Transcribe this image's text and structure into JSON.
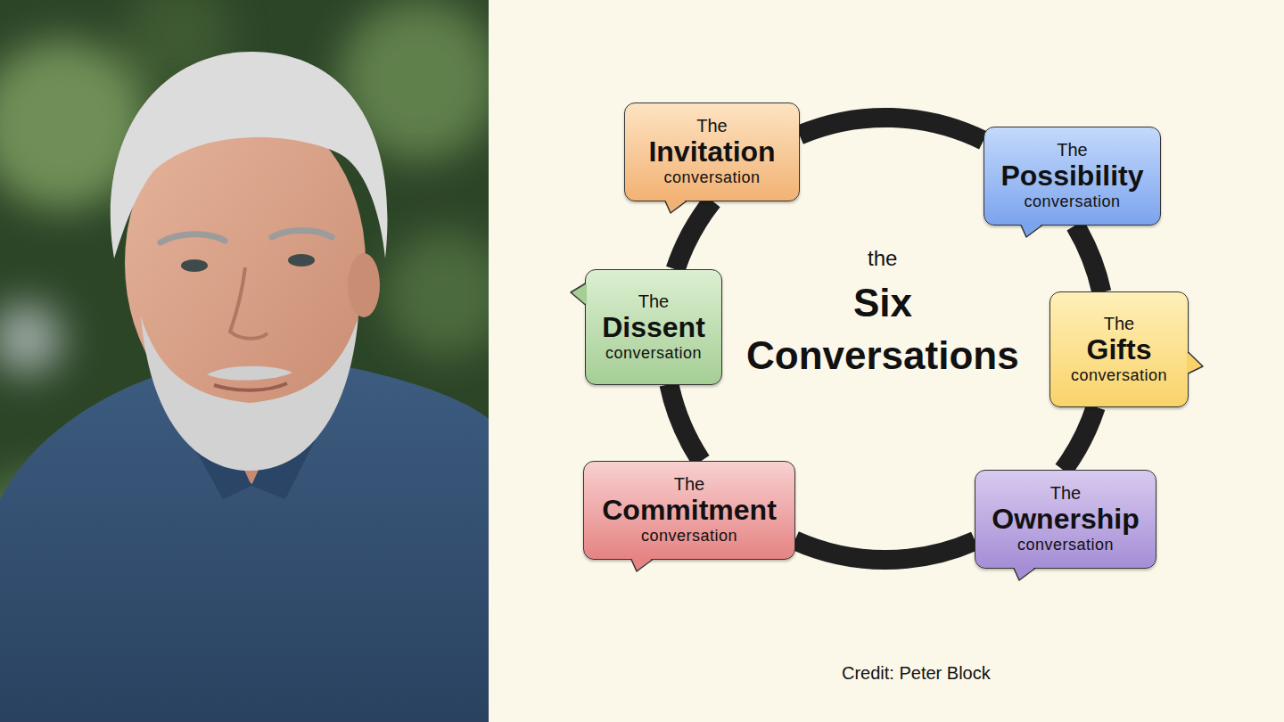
{
  "diagram": {
    "caption": "Credit: Peter Block",
    "nodes": [
      {
        "text": [
          "The",
          "Invitation",
          "conversation"
        ]
      },
      {
        "text": [
          "The",
          "Possibility",
          "conversation"
        ]
      },
      {
        "text": [
          "The",
          "Gifts",
          "conversation"
        ]
      },
      {
        "text": [
          "The",
          "Ownership",
          "conversation"
        ]
      },
      {
        "text": [
          "The",
          "Commitment",
          "conversation"
        ]
      },
      {
        "text": [
          "The",
          "Dissent",
          "conversation"
        ]
      }
    ],
    "edges": [
      {
        "from": 0,
        "to": 1,
        "arrow": "none"
      },
      {
        "from": 1,
        "to": 2,
        "arrow": "none"
      },
      {
        "from": 2,
        "to": 3,
        "arrow": "none"
      },
      {
        "from": 3,
        "to": 4,
        "arrow": "none"
      },
      {
        "from": 4,
        "to": 5,
        "arrow": "none"
      },
      {
        "from": 5,
        "to": 0,
        "arrow": "none"
      }
    ],
    "labels": [
      "the",
      "Six",
      "Conversations"
    ]
  }
}
